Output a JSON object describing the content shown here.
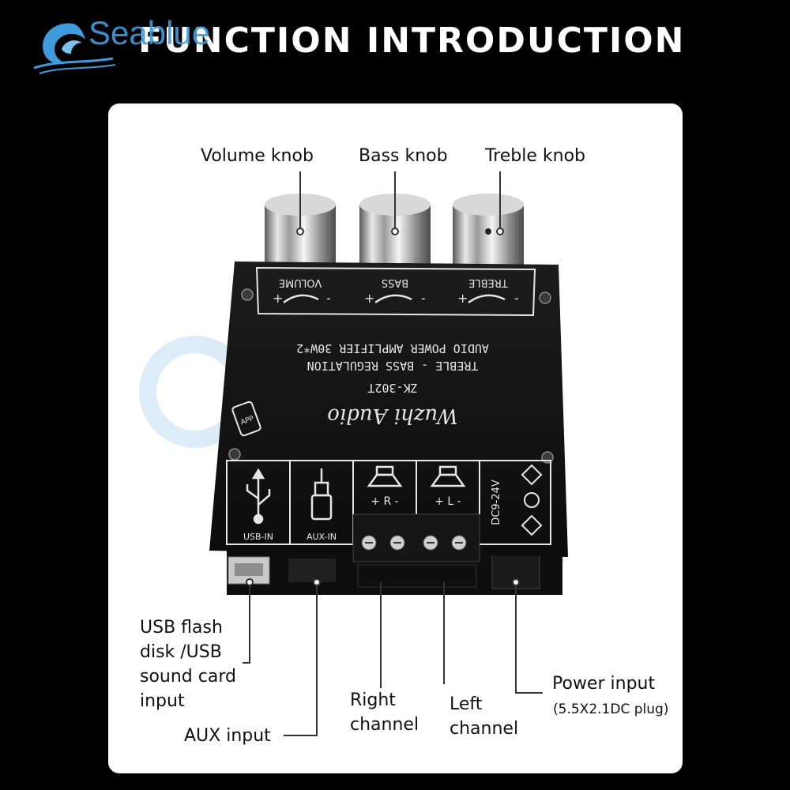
{
  "header": {
    "title": "FUNCTION INTRODUCTION",
    "brand": "Seablue"
  },
  "board": {
    "knob_labels": [
      "VOLUME",
      "BASS",
      "TREBLE"
    ],
    "title_line1": "AUDIO POWER AMPLIFIER 30W*2",
    "title_line2": "TREBLE - BASS REGULATION",
    "model": "ZK-302T",
    "brand_script": "Wuzhi Audio",
    "usb_label": "USB-IN",
    "aux_label": "AUX-IN",
    "right_label": "+ R -",
    "left_label": "+ L -",
    "dc_label": "DC9-24V",
    "plus": "+",
    "minus": "-",
    "app_label": "APP"
  },
  "callouts": {
    "volume_knob": "Volume knob",
    "bass_knob": "Bass knob",
    "treble_knob": "Treble knob",
    "usb_lines": [
      "USB flash",
      "disk /USB",
      "sound card",
      "input"
    ],
    "aux_input": "AUX input",
    "right_channel_lines": [
      "Right",
      "channel"
    ],
    "left_channel_lines": [
      "Left",
      "channel"
    ],
    "power_input": "Power input",
    "power_input_detail": "(5.5X2.1DC plug)"
  },
  "colors": {
    "board": "#141414",
    "silk": "#e6e6e6",
    "brand_blue": "#3f9bdc",
    "panel": "#ffffff"
  }
}
